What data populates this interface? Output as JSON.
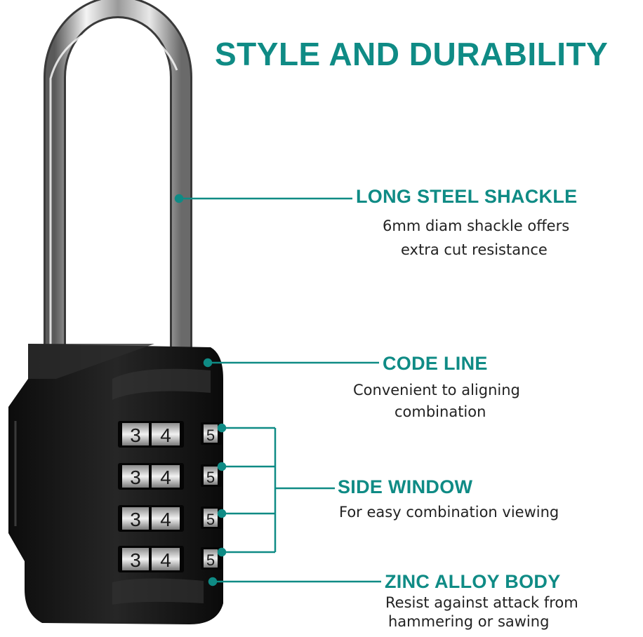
{
  "title": "STYLE AND DURABILITY",
  "callouts": [
    {
      "heading": "LONG STEEL SHACKLE",
      "lines": [
        "6mm diam shackle offers",
        "extra cut resistance"
      ]
    },
    {
      "heading": "CODE LINE",
      "lines": [
        "Convenient to aligning",
        "combination"
      ]
    },
    {
      "heading": "SIDE WINDOW",
      "lines": [
        "For easy combination viewing"
      ]
    },
    {
      "heading": "ZINC ALLOY BODY",
      "lines": [
        "Resist against attack from",
        "hammering or sawing"
      ]
    }
  ],
  "dials": [
    {
      "digits": [
        "3",
        "4"
      ],
      "side": "5"
    },
    {
      "digits": [
        "3",
        "4"
      ],
      "side": "5"
    },
    {
      "digits": [
        "3",
        "4"
      ],
      "side": "5"
    },
    {
      "digits": [
        "3",
        "4"
      ],
      "side": "5"
    }
  ],
  "colors": {
    "accent": "#0f8b85",
    "body": "#141414",
    "text": "#222222"
  }
}
